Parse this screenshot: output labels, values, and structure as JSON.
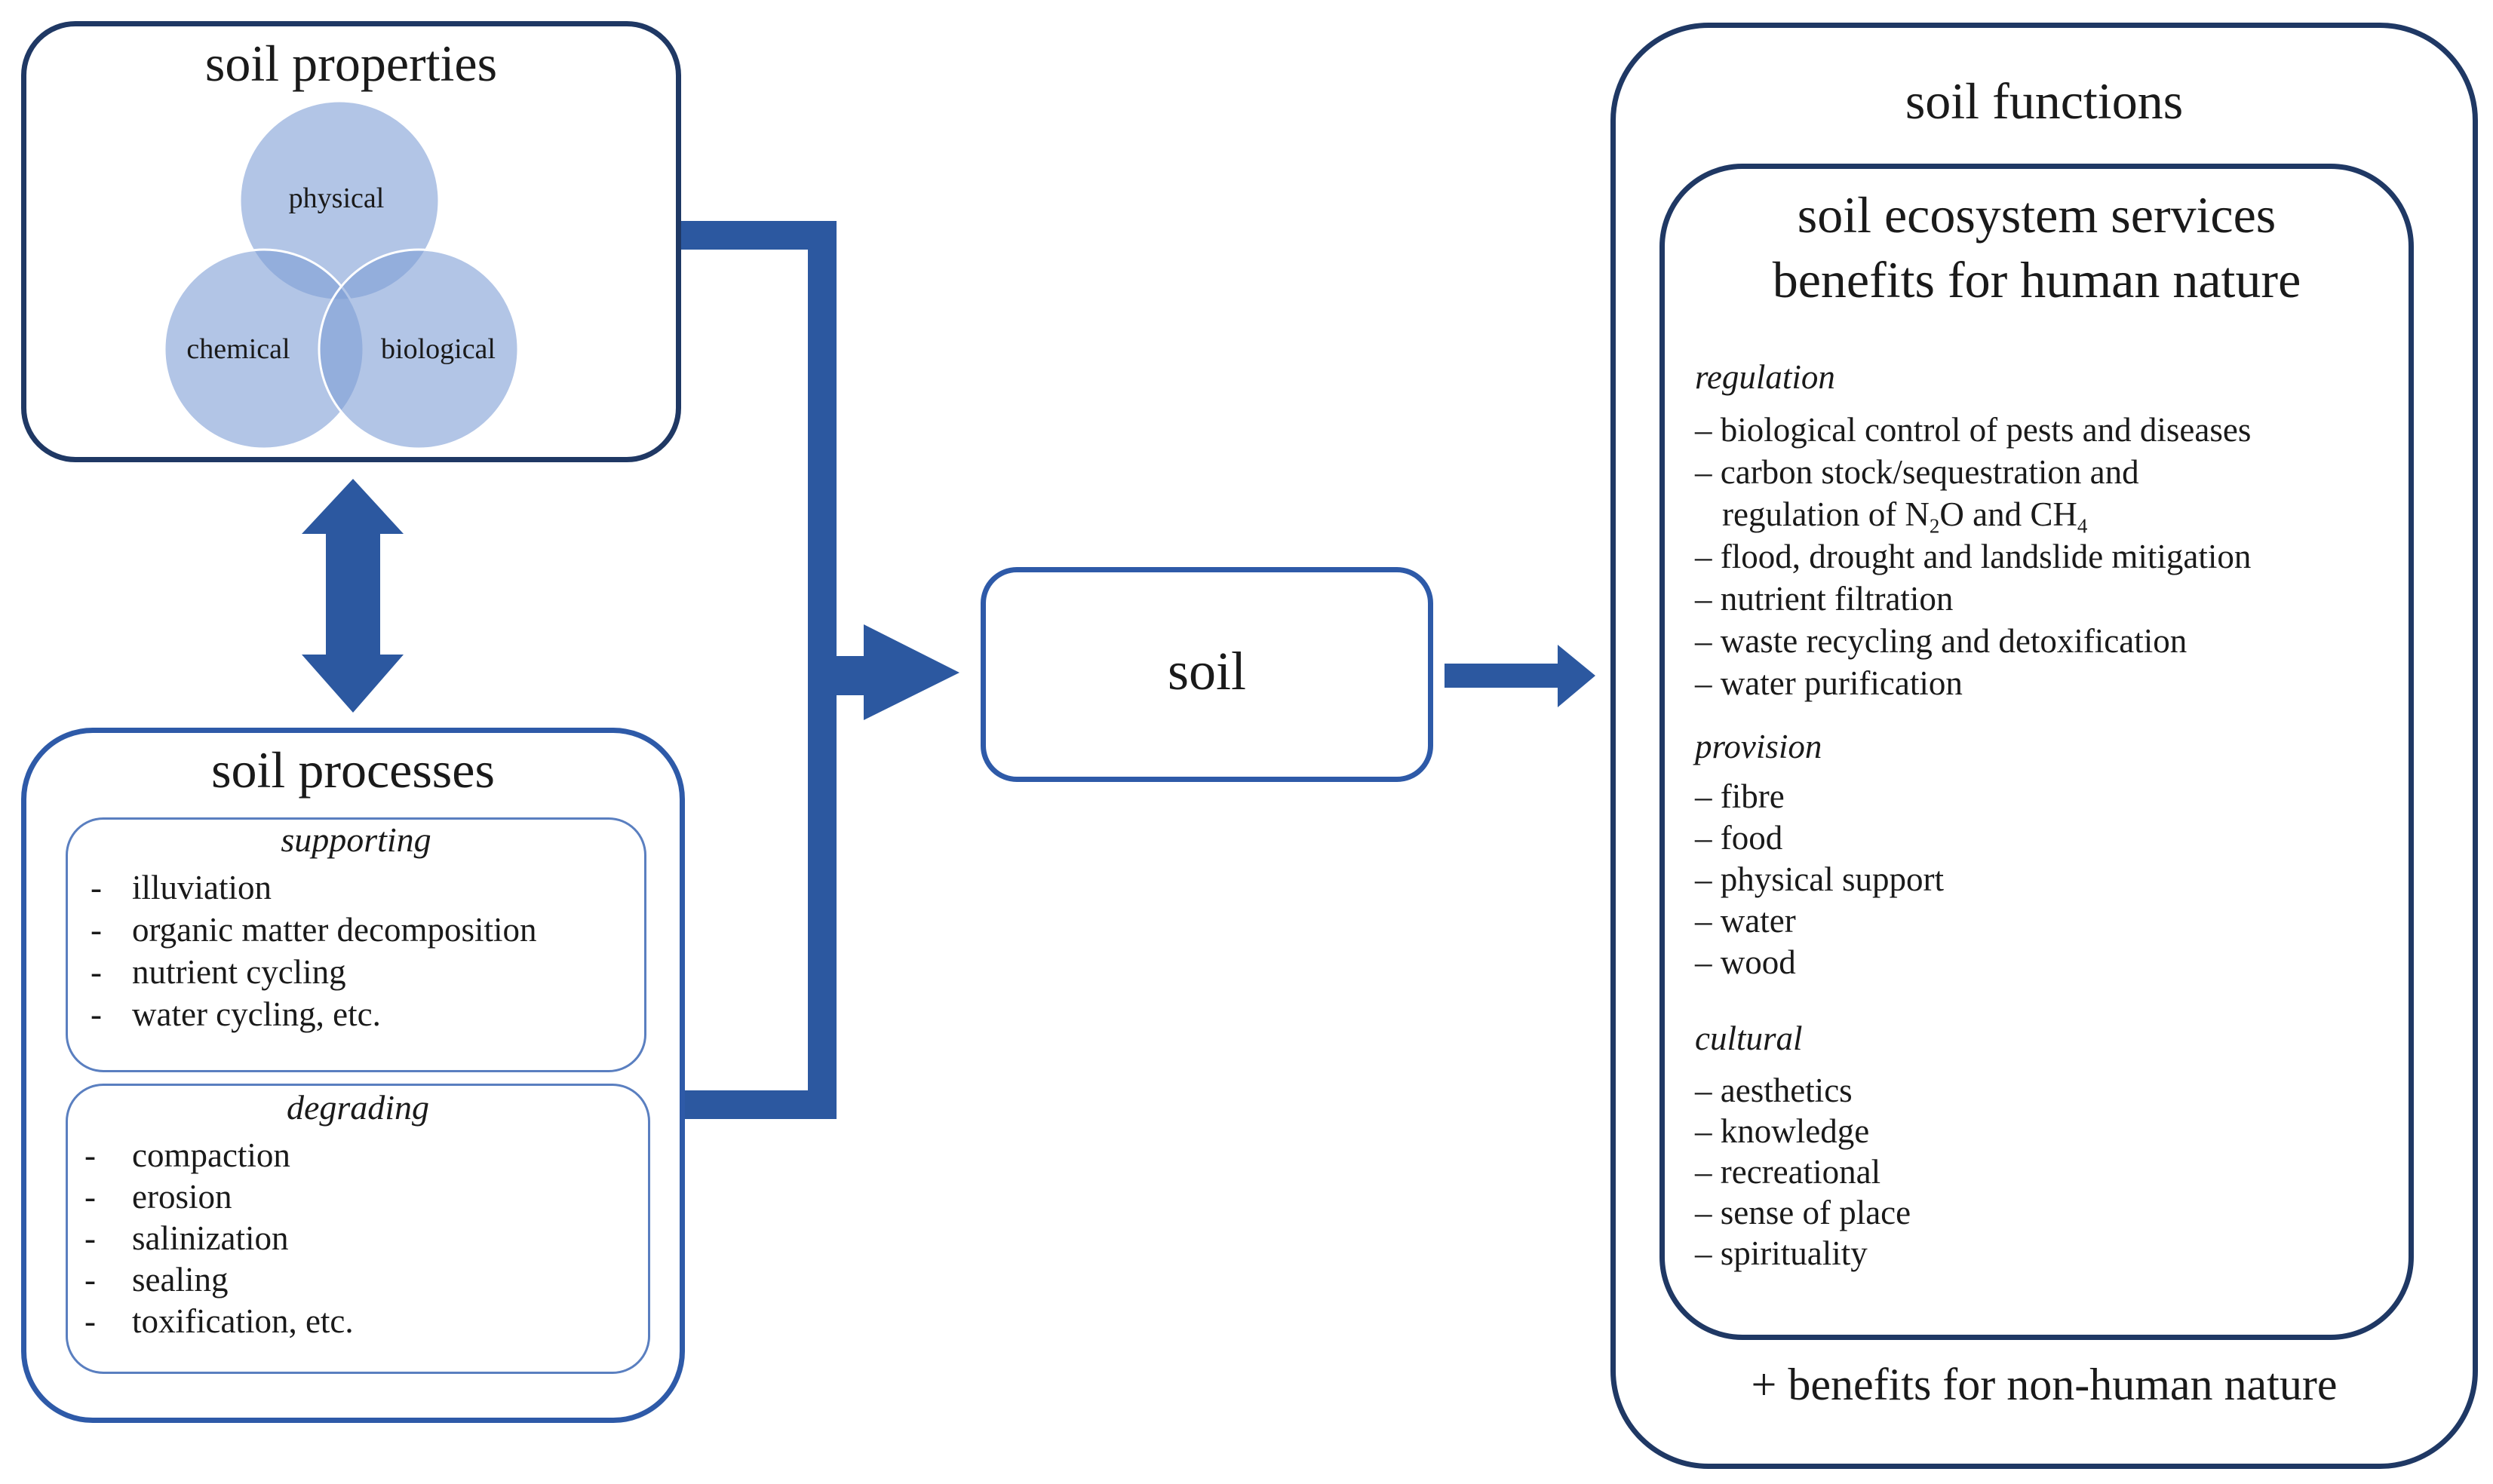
{
  "properties": {
    "title": "soil properties",
    "circles": {
      "physical": "physical",
      "chemical": "chemical",
      "biological": "biological"
    }
  },
  "processes": {
    "title": "soil processes",
    "supporting": {
      "heading": "supporting",
      "items": [
        "illuviation",
        "organic matter decomposition",
        "nutrient cycling",
        "water cycling, etc."
      ]
    },
    "degrading": {
      "heading": "degrading",
      "items": [
        "compaction",
        "erosion",
        "salinization",
        "sealing",
        "toxification, etc."
      ]
    },
    "bullet": "-"
  },
  "soil": {
    "label": "soil"
  },
  "functions": {
    "title": "soil functions",
    "services_title_1": "soil ecosystem services",
    "services_title_2": "benefits for human nature",
    "dash": "–",
    "regulation": {
      "heading": "regulation",
      "items": [
        "biological control of pests and diseases",
        "carbon stock/sequestration and",
        "flood, drought and landslide mitigation",
        "nutrient filtration",
        "waste recycling and detoxification",
        "water purification"
      ],
      "n2o_line": {
        "a": "regulation of N",
        "sub1": "2",
        "b": "O and CH",
        "sub2": "4"
      }
    },
    "provision": {
      "heading": "provision",
      "items": [
        "fibre",
        "food",
        "physical support",
        "water",
        "wood"
      ]
    },
    "cultural": {
      "heading": "cultural",
      "items": [
        "aesthetics",
        "knowledge",
        "recreational",
        "sense of place",
        "spirituality"
      ]
    },
    "footer": "+ benefits for non-human nature"
  },
  "colors": {
    "dark_border": "#1f3864",
    "blue_border": "#2e5aa8",
    "arrow": "#2c58a0",
    "circle_fill": "#7f9fd6"
  }
}
